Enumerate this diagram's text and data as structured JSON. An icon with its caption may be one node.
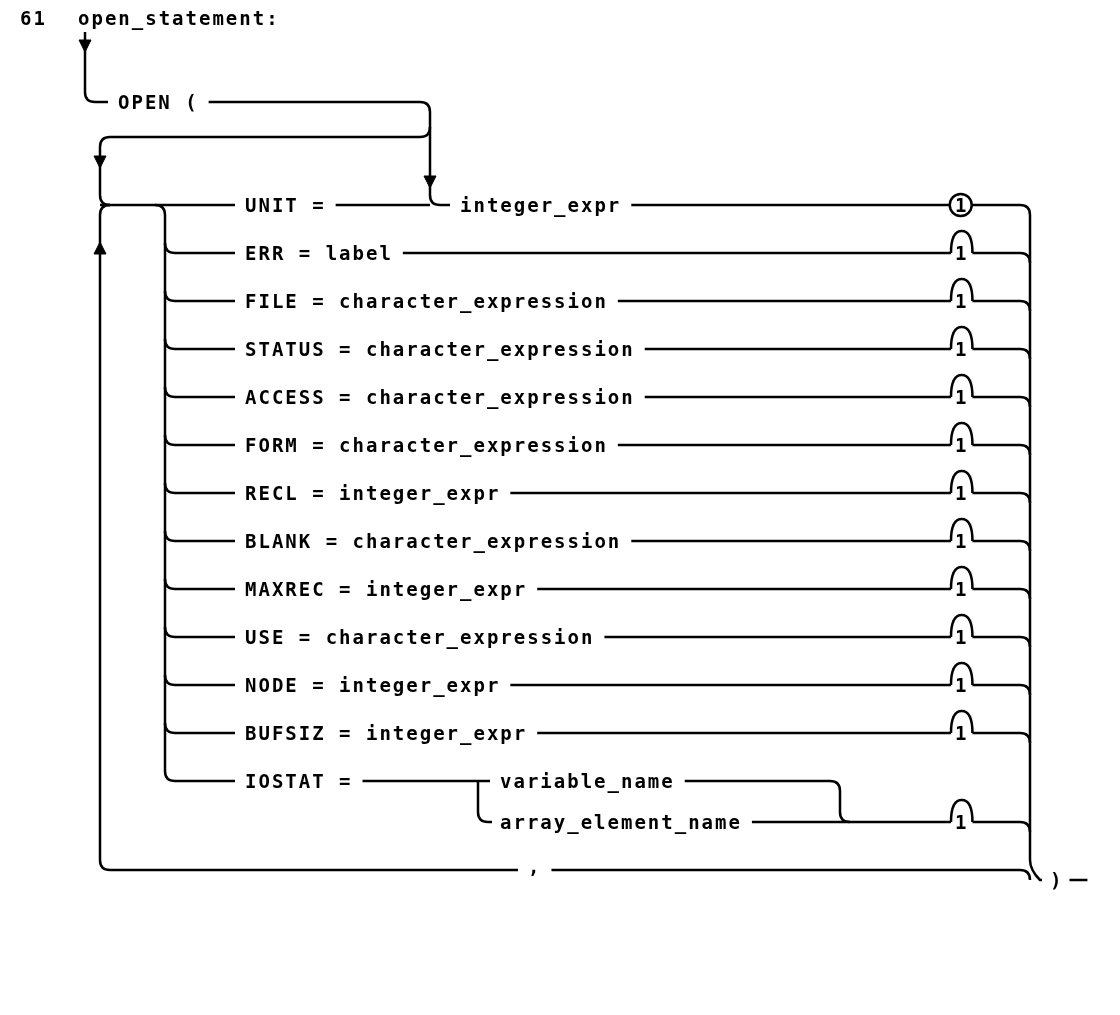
{
  "diagram": {
    "labels": [
      "61",
      "open_statement:",
      "OPEN (",
      "UNIT =",
      "integer_expr",
      "1",
      "ERR = label",
      "1",
      "FILE = character_expression",
      "1",
      "STATUS = character_expression",
      "1",
      "ACCESS = character_expression",
      "1",
      "FORM = character_expression",
      "1",
      "RECL = integer_expr",
      "1",
      "BLANK = character_expression",
      "1",
      "MAXREC = integer_expr",
      "1",
      "USE = character_expression",
      "1",
      "NODE = integer_expr",
      "1",
      "BUFSIZ = integer_expr",
      "1",
      "IOSTAT =",
      "variable_name",
      "array_element_name",
      "1",
      ",",
      ")"
    ]
  }
}
